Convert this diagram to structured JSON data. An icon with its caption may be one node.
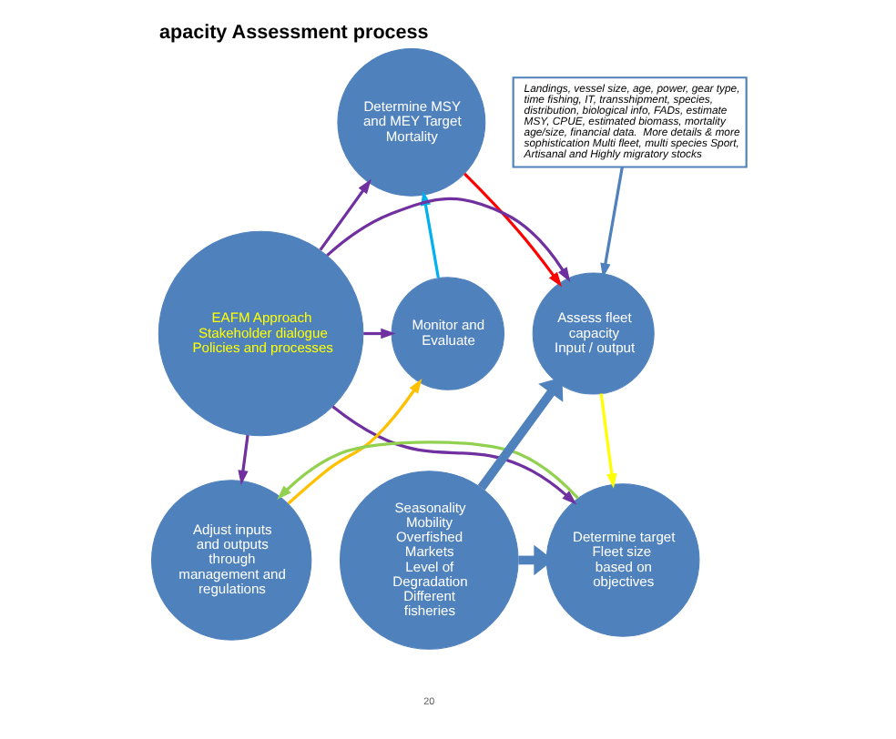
{
  "diagram": {
    "title": "apacity Assessment process",
    "nodes": [
      {
        "text": [
          "Determine MSY and MEY Target Mortality"
        ]
      },
      {
        "text": [
          "Landings, vessel size, age, power, gear type, time fishing, IT, transshipment, species, distribution, biological info, FADs, estimate MSY, CPUE, estimated biomass, mortality age/size, financial data.  More details & more sophistication Multi fleet, multi species Sport, Artisanal and Highly migratory stocks"
        ]
      },
      {
        "text": [
          "Monitor and Evaluate"
        ]
      },
      {
        "text": [
          "EAFM Approach",
          "Stakeholder dialogue",
          "Policies and processes"
        ]
      },
      {
        "text": [
          "Assess fleet capacity",
          "Input / output"
        ]
      },
      {
        "text": [
          "Adjust inputs and outputs through management and regulations"
        ]
      },
      {
        "text": [
          "Determine target Fleet size  based on objectives"
        ]
      },
      {
        "text": [
          "Seasonality",
          "Mobility",
          "Overfished",
          "Markets",
          "Level of Degradation",
          "Different fisheries"
        ]
      }
    ],
    "edges": [
      {
        "from": 3,
        "to": 0,
        "arrow": "to"
      },
      {
        "from": 3,
        "to": 2,
        "arrow": "to"
      },
      {
        "from": 3,
        "to": 4,
        "arrow": "to"
      },
      {
        "from": 3,
        "to": 5,
        "arrow": "to"
      },
      {
        "from": 3,
        "to": 6,
        "arrow": "to"
      },
      {
        "from": 0,
        "to": 4,
        "arrow": "to",
        "color": "#ff0000"
      },
      {
        "from": 4,
        "to": 6,
        "arrow": "to",
        "color": "#ffff00"
      },
      {
        "from": 6,
        "to": 5,
        "arrow": "to",
        "color": "#92d050"
      },
      {
        "from": 5,
        "to": 2,
        "arrow": "to",
        "color": "#ffc000"
      },
      {
        "from": 2,
        "to": 0,
        "arrow": "to",
        "color": "#00b0f0"
      },
      {
        "from": 1,
        "to": 4,
        "arrow": "to",
        "color": "#4f81bd"
      },
      {
        "from": 7,
        "to": 4,
        "arrow": "to",
        "style": "thick",
        "color": "#4f81bd"
      },
      {
        "from": 7,
        "to": 6,
        "arrow": "to",
        "style": "thick",
        "color": "#4f81bd"
      }
    ],
    "labels": [
      "20"
    ]
  }
}
